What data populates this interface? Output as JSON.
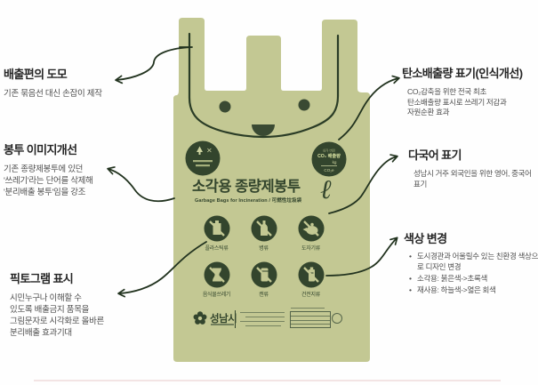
{
  "colors": {
    "bag_green": "#c3c893",
    "dark_green": "#33452d",
    "arrow": "#22331f",
    "heading_text": "#262626",
    "body_text": "#4f4f4f"
  },
  "annotations": {
    "left": [
      {
        "title": "배출편의 도모",
        "lines": [
          "기존 묶음선 대신 손잡이 제작"
        ]
      },
      {
        "title": "봉투 이미지개선",
        "lines": [
          "기존 종량제봉투에 있던",
          "'쓰레기'라는 단어를 삭제해",
          "'분리배출 봉투'임을 강조"
        ]
      },
      {
        "title": "픽토그램 표시",
        "lines": [
          "시민누구나 이해할 수",
          "있도록  배출금지 품목을",
          "그림문자로 시각화로 올바른",
          "분리배출 효과기대"
        ]
      }
    ],
    "right": [
      {
        "title": "탄소배출량 표기(인식개선)",
        "lines": [
          "CO₂감축을 위한 전국 최초",
          "탄소배출량 표시로 쓰레기 저감과",
          "자원순환 효과"
        ]
      },
      {
        "title": "다국어 표기",
        "lines": [
          "성남시 거주 외국인을 위한 영어, 중국어",
          "표기"
        ]
      },
      {
        "title": "색상 변경",
        "bullets": [
          "도시경관과 어울릴수 있는 친환경 색상으로 디자인 변경",
          "소각용: 붉은색->초록색",
          "재사용: 하늘색->엷은 회색"
        ]
      }
    ]
  },
  "bag": {
    "title": "소각용 종량제봉투",
    "subtitle": "Garbage Bags for Incineration / 可燃性垃圾袋",
    "volume_symbol": "ℓ",
    "co2_badge": {
      "line1": "내가 버린",
      "line2": "CO₂ 배출량",
      "line3": "kg",
      "line4": "CO₂e"
    },
    "pictograms": [
      {
        "label": "플라스틱류"
      },
      {
        "label": "병류"
      },
      {
        "label": "도자기류"
      },
      {
        "label": "음식물쓰레기"
      },
      {
        "label": "캔류"
      },
      {
        "label": "건전지류"
      }
    ],
    "city": "성남시"
  }
}
